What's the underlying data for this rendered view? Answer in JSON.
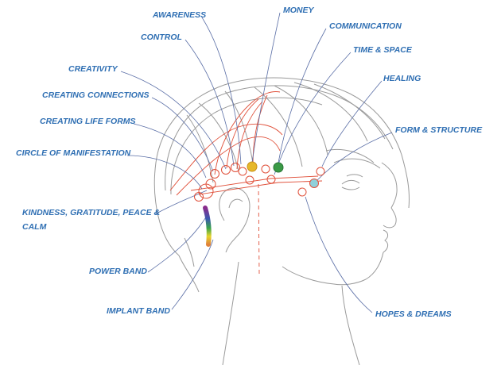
{
  "labels": {
    "awareness": "AWARENESS",
    "money": "MONEY",
    "control": "CONTROL",
    "communication": "COMMUNICATION",
    "time_space": "TIME & SPACE",
    "creativity": "CREATIVITY",
    "healing": "HEALING",
    "creating_connections": "CREATING CONNECTIONS",
    "creating_life_forms": "CREATING LIFE FORMS",
    "form_structure": "FORM & STRUCTURE",
    "circle_of_manifestation": "CIRCLE OF MANIFESTATION",
    "kindness_line1": "KINDNESS, GRATITUDE, PEACE &",
    "kindness_line2": "CALM",
    "power_band": "POWER BAND",
    "implant_band": "IMPLANT BAND",
    "hopes_dreams": "HOPES & DREAMS"
  },
  "colors": {
    "label_text": "#2f6fb3",
    "leader_line": "#5a6ea6",
    "head_outline": "#9a9a9a",
    "red_guides": "#e0503a",
    "money_point": "#e6b82a",
    "communication_point": "#3a9a46",
    "form_structure_point": "#8fd0da"
  }
}
